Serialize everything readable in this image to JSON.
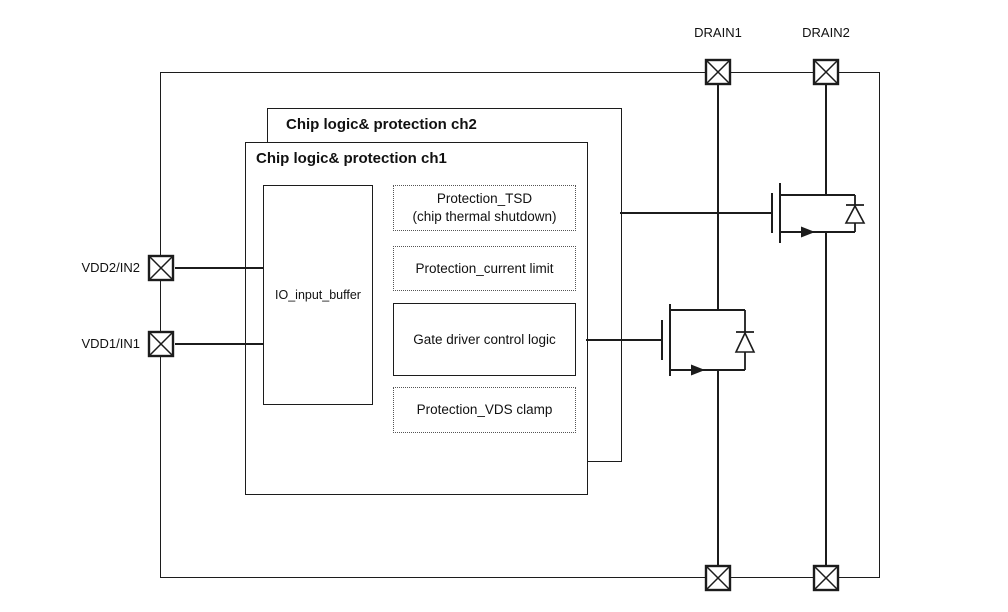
{
  "diagram": {
    "background": "#ffffff",
    "line_color": "#1c1c1c",
    "blocks": {
      "ch2_label": "Chip logic& protection ch2",
      "ch1_label": "Chip logic& protection ch1",
      "io_buffer_label": "IO_input_buffer",
      "tsd_label_line1": "Protection_TSD",
      "tsd_label_line2": "(chip thermal shutdown)",
      "current_limit_label": "Protection_current limit",
      "gate_driver_label": "Gate driver control logic",
      "vds_clamp_label": "Protection_VDS clamp"
    },
    "pins": {
      "vdd2_in2_label": "VDD2/IN2",
      "vdd1_in1_label": "VDD1/IN1",
      "drain1_label": "DRAIN1",
      "drain2_label": "DRAIN2"
    }
  }
}
